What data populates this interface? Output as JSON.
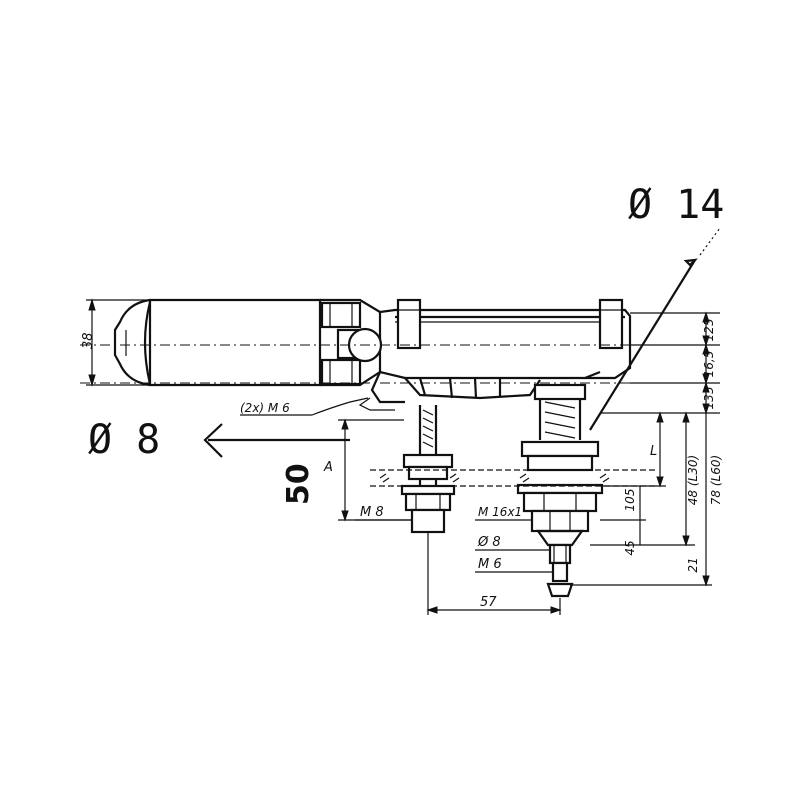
{
  "annotations": {
    "dia_14": "Ø 14",
    "dia_8_arrow": "Ø 8",
    "hand_50": "50",
    "point_a": "A"
  },
  "dimensions": {
    "d38": "38",
    "d125": "125",
    "d165": "16,5",
    "d135": "135",
    "dL": "L",
    "dL30": "48 (L30)",
    "dL60": "78 (L60)",
    "d105": "105",
    "d45": "45",
    "d21": "21",
    "d57": "57"
  },
  "threads": {
    "m6_2x": "(2x) M 6",
    "m8": "M 8",
    "m16": "M 16x1",
    "dia8": "Ø 8",
    "m6": "M 6"
  }
}
